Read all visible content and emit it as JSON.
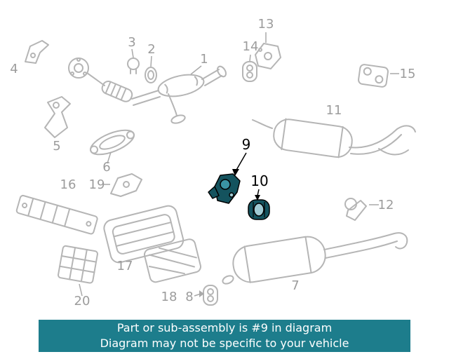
{
  "banner": {
    "line1": "Part or sub-assembly is #9 in diagram",
    "line2": "Diagram may not be specific to your vehicle"
  },
  "diagram": {
    "description": "Exploded exhaust system parts diagram",
    "highlighted_parts": [
      "9",
      "10"
    ],
    "labels": {
      "p1": "1",
      "p2": "2",
      "p3": "3",
      "p4": "4",
      "p5": "5",
      "p6": "6",
      "p7": "7",
      "p8": "8",
      "p9": "9",
      "p10": "10",
      "p11": "11",
      "p12": "12",
      "p13": "13",
      "p14": "14",
      "p15": "15",
      "p16": "16",
      "p17": "17",
      "p18": "18",
      "p19": "19",
      "p20": "20"
    },
    "colors": {
      "line": "#b5b5b5",
      "label": "#9c9c9c",
      "highlight_label": "#000000",
      "highlight_fill": "#14535e",
      "highlight_boss_fill": "#3a93a3",
      "highlight_inner_fill": "#9fcbd4",
      "banner_bg": "#1d7d8c",
      "banner_text": "#ffffff"
    }
  }
}
